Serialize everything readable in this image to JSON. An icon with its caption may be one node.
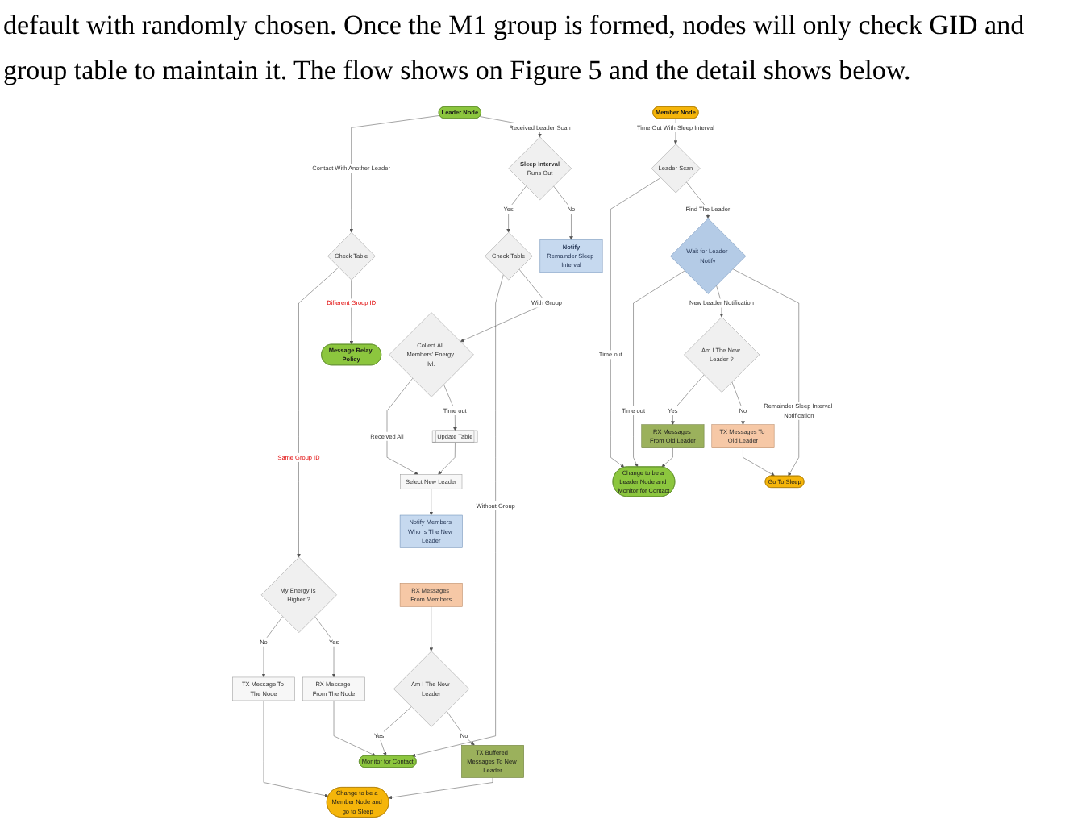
{
  "diagram": {
    "nodes": [
      {
        "text": [
          "Leader Node"
        ]
      },
      {
        "text": [
          "Sleep Interval",
          "Runs Out"
        ]
      },
      {
        "text": [
          "Notify",
          "Remainder Sleep Interval"
        ]
      },
      {
        "text": [
          "Check Table"
        ]
      },
      {
        "text": [
          "Message Relay Policy"
        ]
      },
      {
        "text": [
          "Check Table"
        ]
      },
      {
        "text": [
          "Collect All Members’ Energy lvl."
        ]
      },
      {
        "text": [
          "Update Table"
        ]
      },
      {
        "text": [
          "Select New Leader"
        ]
      },
      {
        "text": [
          "Notify Members Who Is The New Leader"
        ]
      },
      {
        "text": [
          "RX Messages From Members"
        ]
      },
      {
        "text": [
          "Am I The New Leader"
        ]
      },
      {
        "text": [
          "My Energy Is Higher ?"
        ]
      },
      {
        "text": [
          "TX Message To The Node"
        ]
      },
      {
        "text": [
          "RX Message From The Node"
        ]
      },
      {
        "text": [
          "Monitor for Contact"
        ]
      },
      {
        "text": [
          "Change to be a Member Node and go to Sleep"
        ]
      },
      {
        "text": [
          "TX Buffered Messages To New Leader"
        ]
      },
      {
        "text": [
          "Member Node"
        ]
      },
      {
        "text": [
          "Leader Scan"
        ]
      },
      {
        "text": [
          "Wait for Leader Notify"
        ]
      },
      {
        "text": [
          "Am I The New Leader ?"
        ]
      },
      {
        "text": [
          "RX Messages From Old Leader"
        ]
      },
      {
        "text": [
          "TX Messages To Old Leader"
        ]
      },
      {
        "text": [
          "Change to be a Leader Node and Monitor for Contact"
        ]
      },
      {
        "text": [
          "Go To Sleep"
        ]
      }
    ],
    "edges": [
      {
        "from": 0,
        "to": 3,
        "arrow": "to",
        "label": "Contact With Another Leader"
      },
      {
        "from": 3,
        "to": 12,
        "arrow": "to",
        "label": "Same Group ID"
      },
      {
        "from": 3,
        "to": 4,
        "arrow": "to",
        "label": "Different Group ID"
      },
      {
        "from": 12,
        "to": 13,
        "arrow": "to",
        "label": "No"
      },
      {
        "from": 12,
        "to": 14,
        "arrow": "to",
        "label": "Yes"
      },
      {
        "from": 13,
        "to": 16,
        "arrow": "to"
      },
      {
        "from": 14,
        "to": 15,
        "arrow": "to"
      },
      {
        "from": 0,
        "to": 1,
        "arrow": "to",
        "label": "Received Leader Scan"
      },
      {
        "from": 1,
        "to": 5,
        "arrow": "to",
        "label": "Yes"
      },
      {
        "from": 1,
        "to": 2,
        "arrow": "to",
        "label": "No"
      },
      {
        "from": 5,
        "to": 15,
        "arrow": "to",
        "label": "Without Group"
      },
      {
        "from": 5,
        "to": 6,
        "arrow": "to",
        "label": "With Group"
      },
      {
        "from": 6,
        "to": 8,
        "arrow": "to",
        "label": "Received All"
      },
      {
        "from": 6,
        "to": 7,
        "arrow": "to",
        "label": "Time out"
      },
      {
        "from": 7,
        "to": 8,
        "arrow": "to"
      },
      {
        "from": 8,
        "to": 9,
        "arrow": "to"
      },
      {
        "from": 10,
        "to": 11,
        "arrow": "to"
      },
      {
        "from": 11,
        "to": 15,
        "arrow": "to",
        "label": "Yes"
      },
      {
        "from": 11,
        "to": 17,
        "arrow": "to",
        "label": "No"
      },
      {
        "from": 17,
        "to": 16,
        "arrow": "to"
      },
      {
        "from": 18,
        "to": 19,
        "arrow": "to",
        "label": "Time Out With Sleep Interval"
      },
      {
        "from": 19,
        "to": 24,
        "arrow": "to",
        "label": "Time out"
      },
      {
        "from": 19,
        "to": 20,
        "arrow": "to",
        "label": "Find The Leader"
      },
      {
        "from": 20,
        "to": 24,
        "arrow": "to",
        "label": "Time out"
      },
      {
        "from": 20,
        "to": 21,
        "arrow": "to",
        "label": "New Leader Notification"
      },
      {
        "from": 21,
        "to": 22,
        "arrow": "to",
        "label": "Yes"
      },
      {
        "from": 21,
        "to": 23,
        "arrow": "to",
        "label": "No"
      },
      {
        "from": 22,
        "to": 24,
        "arrow": "to"
      },
      {
        "from": 23,
        "to": 25,
        "arrow": "to"
      },
      {
        "from": 20,
        "to": 25,
        "arrow": "to",
        "label": "Remainder Sleep Interval Notification"
      }
    ],
    "labels": [
      "default with randomly chosen. Once the M1 group is formed, nodes will only check GID and group table to maintain it. The flow shows on Figure 5 and the detail shows below."
    ]
  }
}
